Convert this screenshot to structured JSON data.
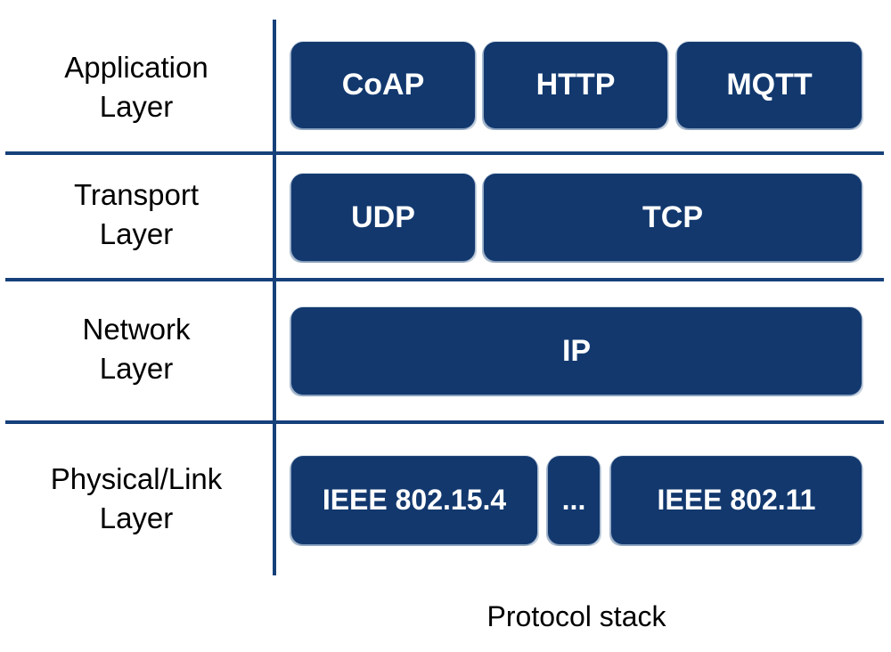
{
  "diagram": {
    "caption": "Protocol stack",
    "colors": {
      "box_fill": "#12386e",
      "box_edge": "#6080a6",
      "divider_line": "#16407a",
      "box_text": "#ffffff",
      "label_text": "#000000",
      "background": "#ffffff"
    },
    "layers": [
      {
        "label": "Application\nLayer",
        "boxes": [
          "CoAP",
          "HTTP",
          "MQTT"
        ]
      },
      {
        "label": "Transport\nLayer",
        "boxes": [
          "UDP",
          "TCP"
        ]
      },
      {
        "label": "Network\nLayer",
        "boxes": [
          "IP"
        ]
      },
      {
        "label": "Physical/Link\nLayer",
        "boxes": [
          "IEEE 802.15.4",
          "...",
          "IEEE 802.11"
        ]
      }
    ]
  }
}
